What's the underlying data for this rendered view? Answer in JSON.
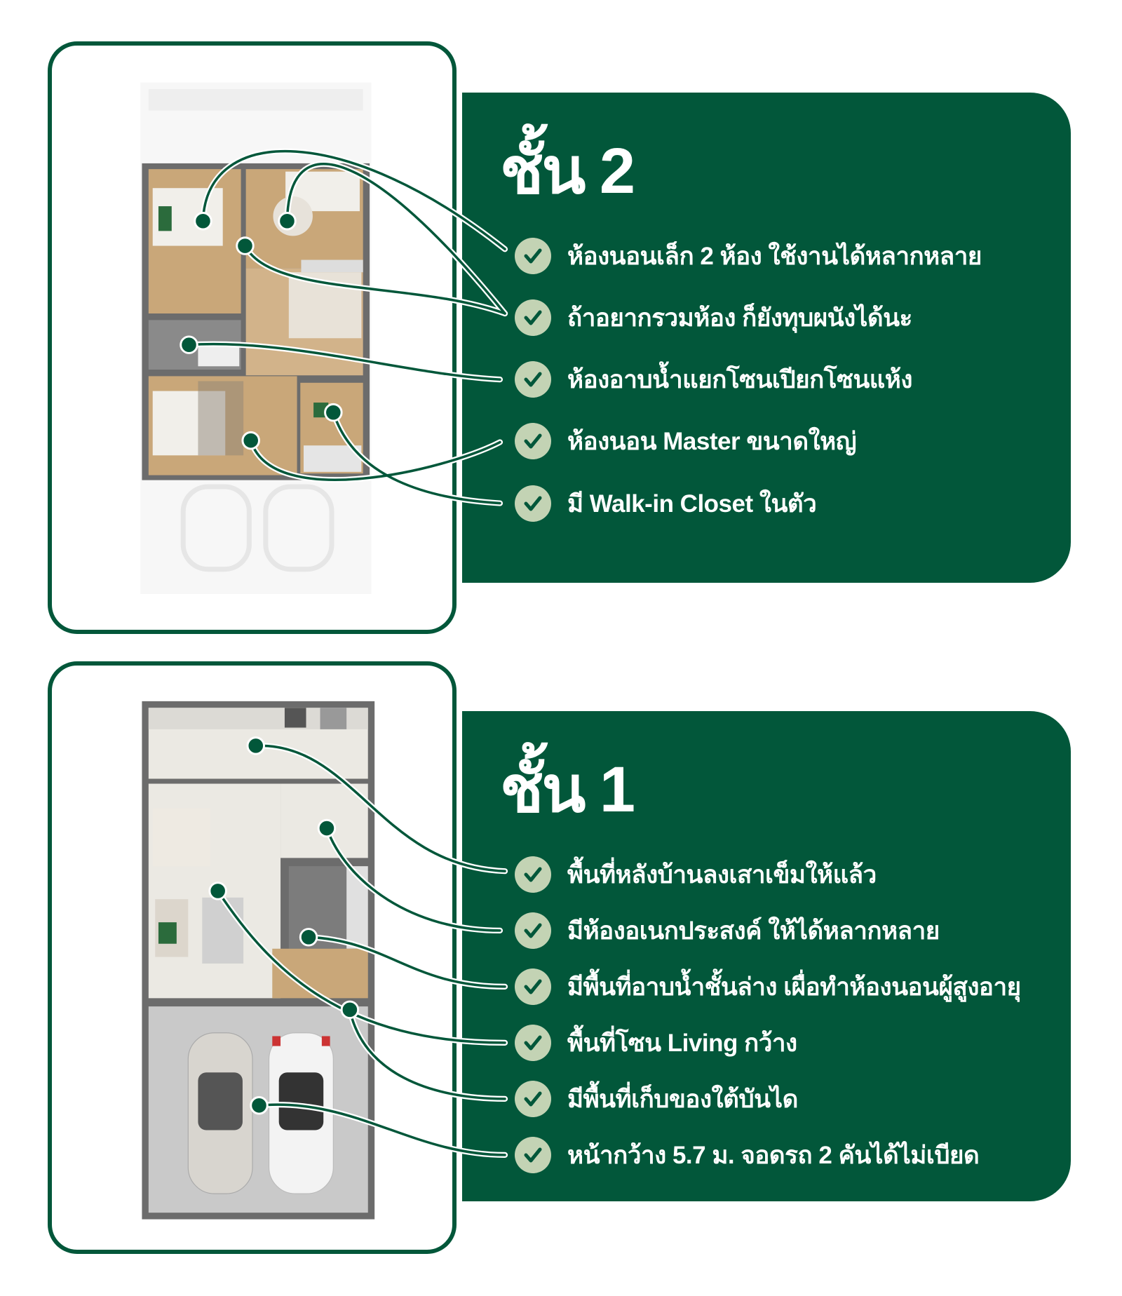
{
  "floor2": {
    "title": "ชั้น 2",
    "features": [
      "ห้องนอนเล็ก 2 ห้อง ใช้งานได้หลากหลาย",
      "ถ้าอยากรวมห้อง ก็ยังทุบผนังได้นะ",
      "ห้องอาบน้ำแยกโซนเปียกโซนแห้ง",
      "ห้องนอน Master ขนาดใหญ่",
      "มี Walk-in Closet ในตัว"
    ]
  },
  "floor1": {
    "title": "ชั้น 1",
    "features": [
      "พื้นที่หลังบ้านลงเสาเข็มให้แล้ว",
      "มีห้องอเนกประสงค์ ให้ได้หลากหลาย",
      "มีพื้นที่อาบน้ำชั้นล่าง เผื่อทำห้องนอนผู้สูงอายุ",
      "พื้นที่โซน Living กว้าง",
      "มีพื้นที่เก็บของใต้บันได",
      "หน้ากว้าง 5.7 ม. จอดรถ 2 คันได้ไม่เบียด"
    ]
  },
  "colors": {
    "brand_green": "#02573a",
    "check_bg": "#c3d3b4",
    "wood": "#c9a779"
  }
}
